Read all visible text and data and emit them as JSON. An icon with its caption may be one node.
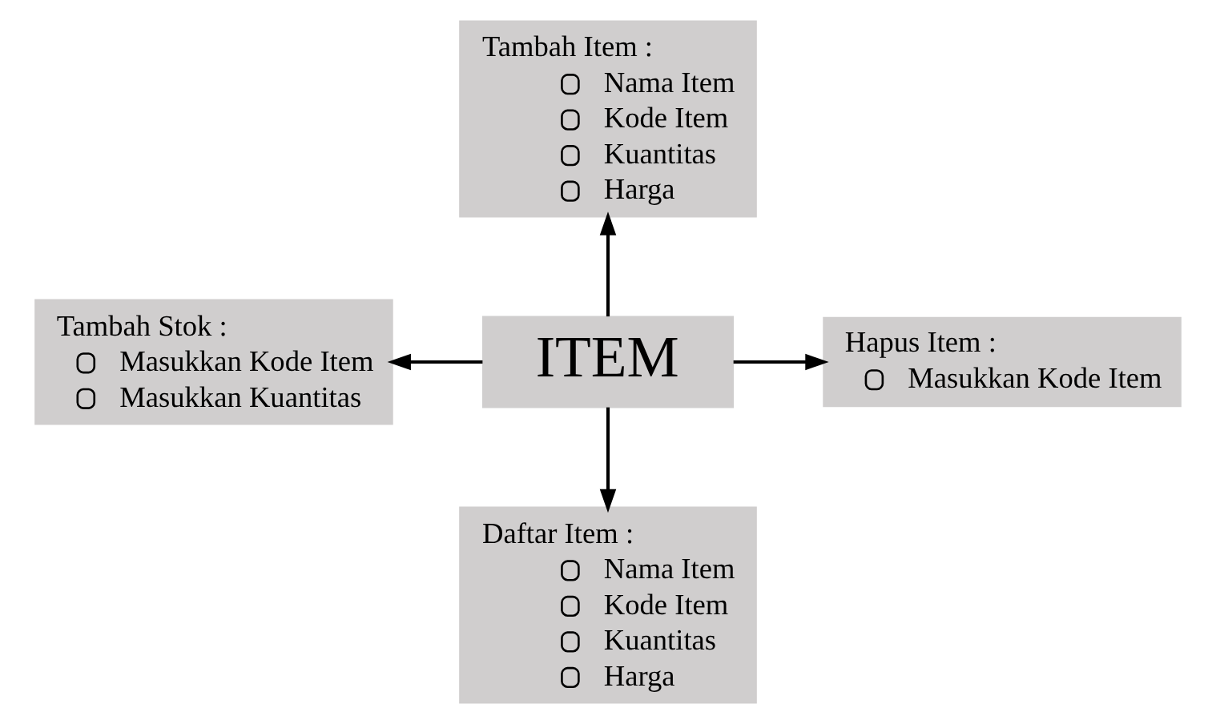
{
  "diagram": {
    "nodes": [
      {
        "text": [
          "Tambah Item :",
          "Nama Item",
          "Kode Item",
          "Kuantitas",
          "Harga"
        ]
      },
      {
        "text": [
          "Tambah Stok :",
          "Masukkan Kode Item",
          "Masukkan Kuantitas"
        ]
      },
      {
        "text": [
          "ITEM"
        ]
      },
      {
        "text": [
          "Hapus Item :",
          "Masukkan Kode Item"
        ]
      },
      {
        "text": [
          "Daftar Item :",
          "Nama Item",
          "Kode Item",
          "Kuantitas",
          "Harga"
        ]
      }
    ],
    "edges": [
      {
        "from": 2,
        "to": 0,
        "arrow": "to"
      },
      {
        "from": 2,
        "to": 1,
        "arrow": "to"
      },
      {
        "from": 2,
        "to": 3,
        "arrow": "to"
      },
      {
        "from": 2,
        "to": 4,
        "arrow": "to"
      }
    ]
  }
}
